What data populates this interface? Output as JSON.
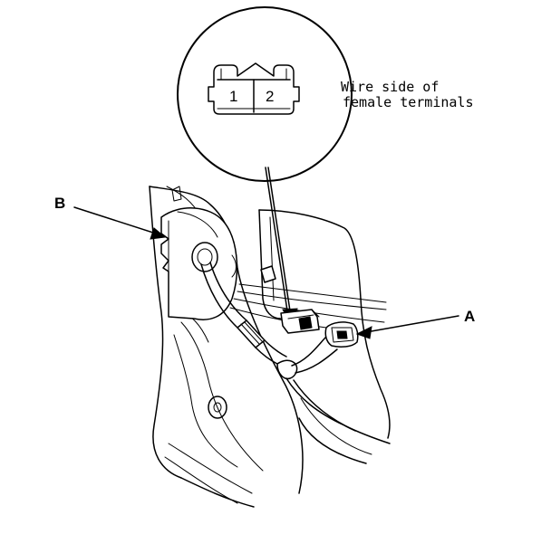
{
  "diagram": {
    "callout": {
      "pin_1": "1",
      "pin_2": "2",
      "caption_line_1": "Wire side of",
      "caption_line_2": "female terminals"
    },
    "labels": {
      "a": "A",
      "b": "B"
    },
    "colors": {
      "ink": "#000000",
      "paper": "#ffffff"
    }
  }
}
